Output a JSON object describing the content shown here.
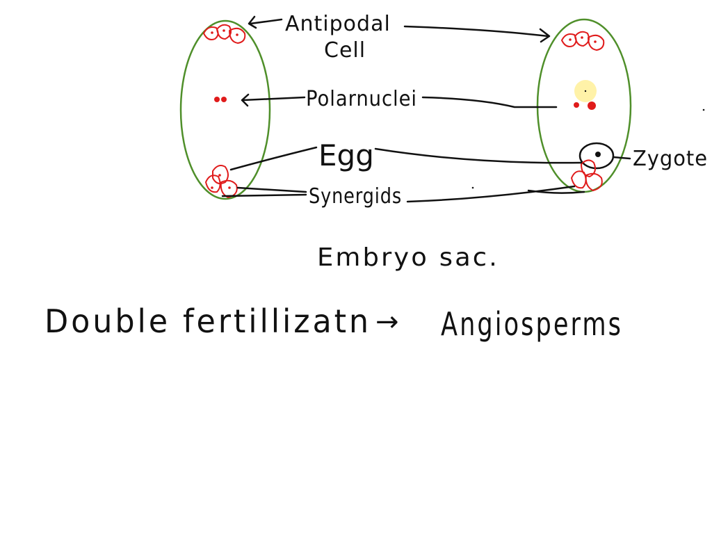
{
  "diagram": {
    "labels": {
      "antipodal_line1": "Antipodal",
      "antipodal_line2": "Cell",
      "polar_nuclei": "Polarnuclei",
      "egg": "Egg",
      "synergids": "Synergids",
      "zygote": "Zygote"
    },
    "caption": "Embryo sac.",
    "note": {
      "left": "Double fertillizatn",
      "arrow": "→",
      "right": "Angiosperms"
    }
  },
  "colors": {
    "sac_outline": "#4f8f2a",
    "cells": "#e01b1b",
    "ink": "#111111",
    "highlight": "#fff2a8"
  }
}
